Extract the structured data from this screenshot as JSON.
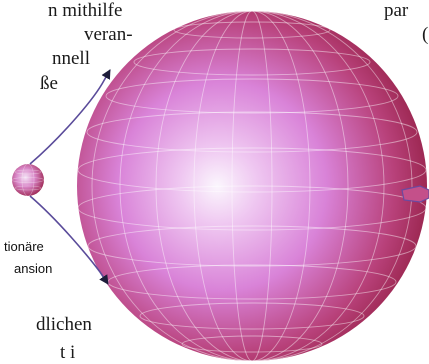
{
  "left_text": {
    "line1": "n mithilfe",
    "line2": "veran-",
    "line3": "nnell",
    "line4": "ße",
    "line5": "dlichen",
    "line6": "t  i"
  },
  "right_text": {
    "line1": "par",
    "line2": "("
  },
  "label": {
    "line1": "tionäre",
    "line2": "ansion"
  },
  "colors": {
    "sphere_center": "#f6eefb",
    "sphere_mid": "#d98ae0",
    "sphere_edge": "#9b1f45",
    "arrow": "#5a4b9a"
  }
}
